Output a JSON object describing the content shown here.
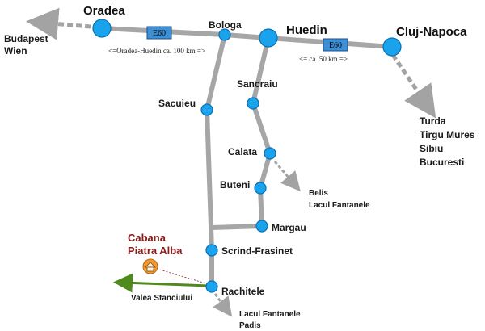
{
  "colors": {
    "road": "#a6a6a6",
    "node": "#19a3ec",
    "node_stroke": "#0b6fb5",
    "shield_fill": "#3d8fd6",
    "dashed": "#a3a3a3",
    "green": "#4f8a1d",
    "cabana": "#8b1a1a",
    "hut": "#f29a2e"
  },
  "cities": {
    "oradea": "Oradea",
    "huedin": "Huedin",
    "cluj": "Cluj-Napoca"
  },
  "towns": {
    "bologa": "Bologa",
    "sancraiu": "Sancraiu",
    "sacuieu": "Sacuieu",
    "calata": "Calata",
    "buteni": "Buteni",
    "margau": "Margau",
    "scrind": "Scrind-Frasinet",
    "rachitele": "Rachitele"
  },
  "road_shields": [
    "E60",
    "E60"
  ],
  "distances": {
    "oradea_huedin": "<=Oradea-Huedin ca. 100  km =>",
    "huedin_cluj": "<= ca. 50  km =>"
  },
  "destinations": {
    "west": [
      "Budapest",
      "Wien"
    ],
    "southeast": [
      "Turda",
      "Tirgu Mures",
      "Sibiu",
      "Bucuresti"
    ],
    "belis": [
      "Belis",
      "Lacul Fantanele"
    ],
    "south": [
      "Lacul Fantanele",
      "Padis"
    ]
  },
  "cabana": [
    "Cabana",
    "Piatra Alba"
  ],
  "valea": "Valea Stanciului",
  "icons": {
    "hut": "hut-icon"
  }
}
